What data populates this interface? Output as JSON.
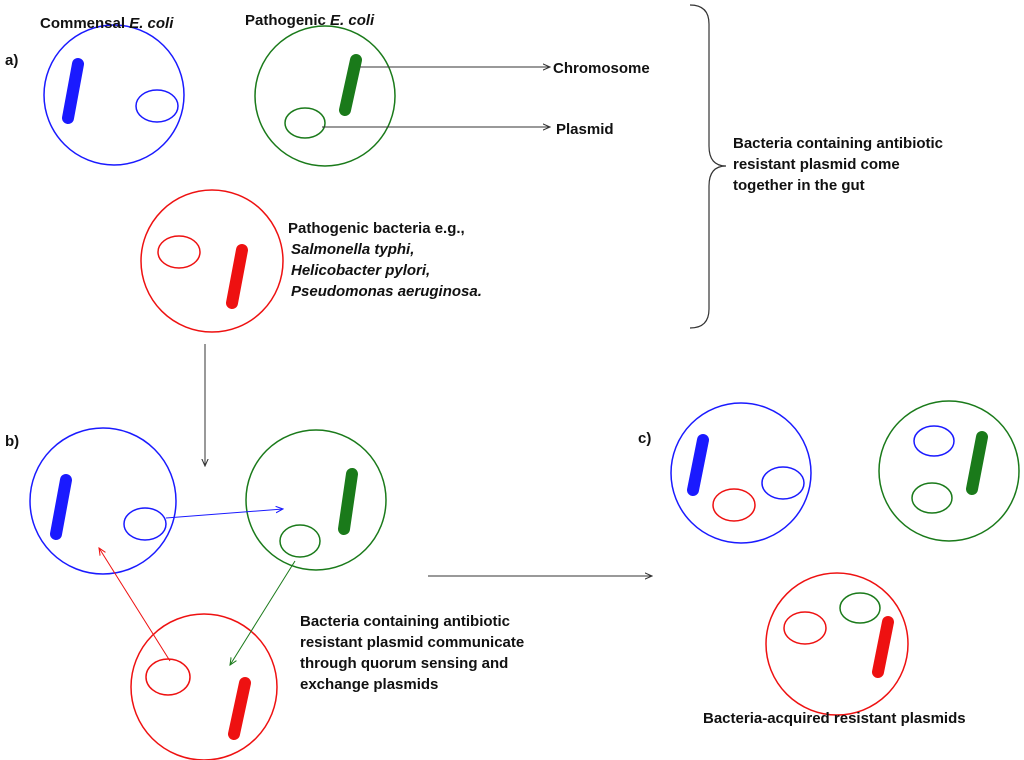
{
  "colors": {
    "blue": "#1a1aff",
    "green": "#1a7a1a",
    "red": "#ee1111",
    "arrow": "#333333"
  },
  "panel_a": {
    "label": "a)",
    "commensal_title_prefix": "Commensal ",
    "commensal_title_italic": "E. coli",
    "pathogenic_title_prefix": "Pathogenic ",
    "pathogenic_title_italic": "E. coli",
    "chromosome_label": "Chromosome",
    "plasmid_label": "Plasmid",
    "pathogenic_bacteria_intro": "Pathogenic bacteria e.g.,",
    "pathogenic_examples": [
      "Salmonella typhi,",
      "Helicobacter pylori,",
      "Pseudomonas aeruginosa."
    ],
    "brace_lines": [
      "Bacteria containing antibiotic",
      "resistant plasmid come",
      "together in the gut"
    ]
  },
  "panel_b": {
    "label": "b)",
    "caption_lines": [
      "Bacteria containing antibiotic",
      "resistant plasmid communicate",
      "through quorum sensing and",
      "exchange plasmids"
    ]
  },
  "panel_c": {
    "label": "c)",
    "caption": "Bacteria-acquired resistant plasmids"
  }
}
